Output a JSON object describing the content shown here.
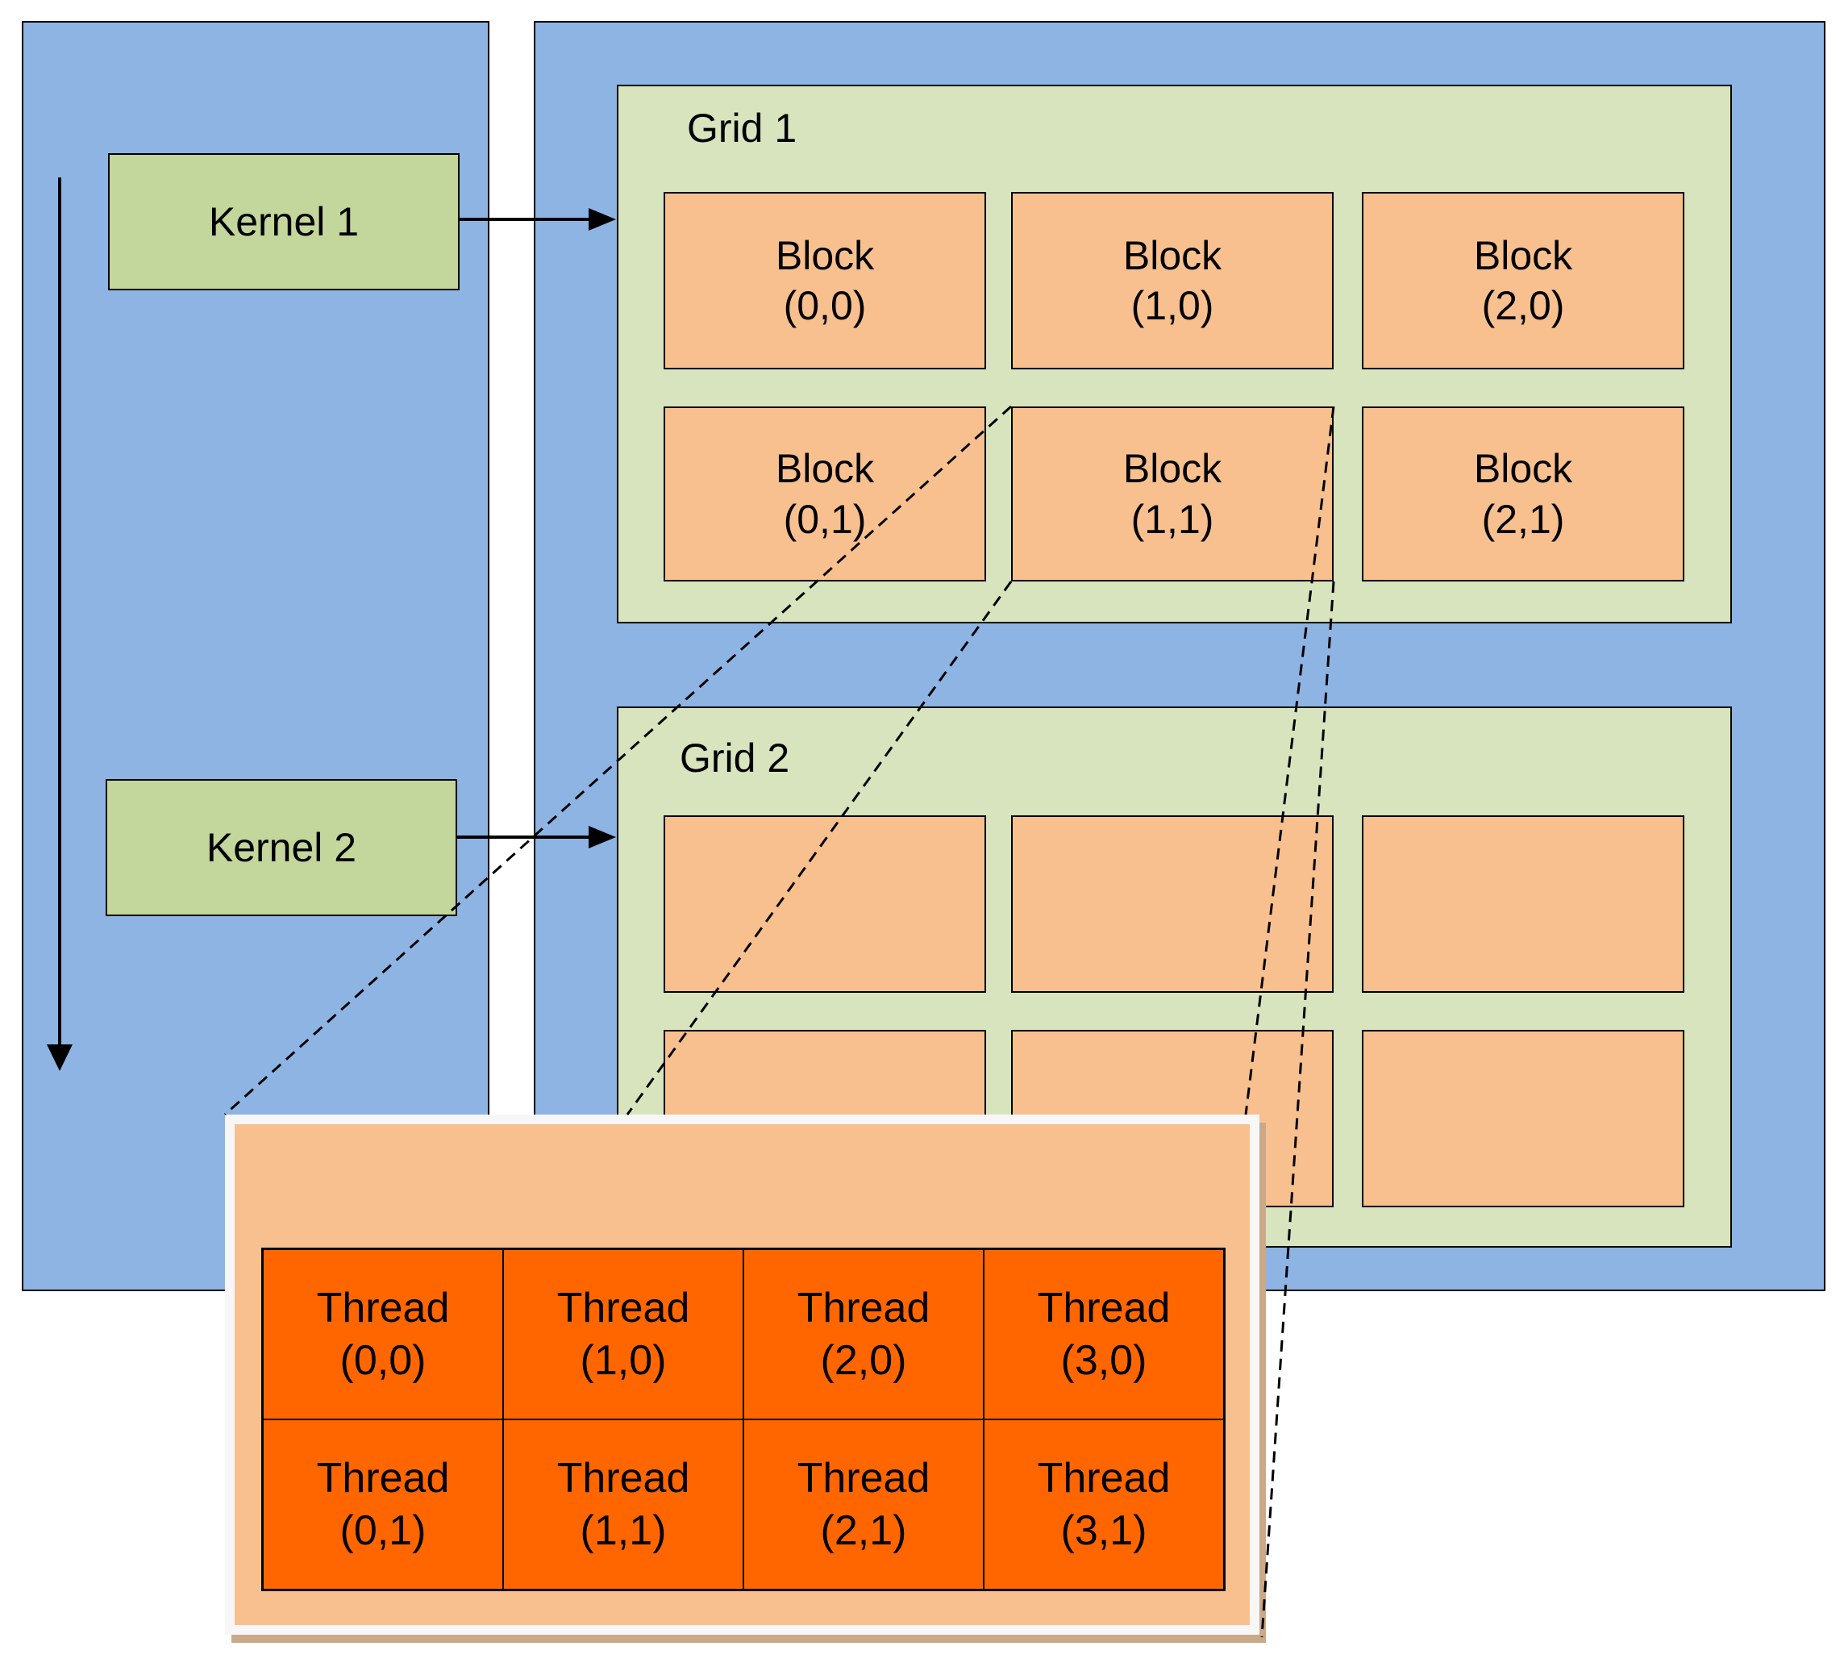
{
  "kernels": [
    {
      "label": "Kernel 1"
    },
    {
      "label": "Kernel 2"
    }
  ],
  "grids": [
    {
      "title": "Grid 1",
      "blocks": [
        {
          "label": "Block",
          "index": "(0,0)"
        },
        {
          "label": "Block",
          "index": "(1,0)"
        },
        {
          "label": "Block",
          "index": "(2,0)"
        },
        {
          "label": "Block",
          "index": "(0,1)"
        },
        {
          "label": "Block",
          "index": "(1,1)"
        },
        {
          "label": "Block",
          "index": "(2,1)"
        }
      ]
    },
    {
      "title": "Grid 2",
      "blocks": []
    }
  ],
  "threads": [
    {
      "label": "Thread",
      "index": "(0,0)"
    },
    {
      "label": "Thread",
      "index": "(1,0)"
    },
    {
      "label": "Thread",
      "index": "(2,0)"
    },
    {
      "label": "Thread",
      "index": "(3,0)"
    },
    {
      "label": "Thread",
      "index": "(0,1)"
    },
    {
      "label": "Thread",
      "index": "(1,1)"
    },
    {
      "label": "Thread",
      "index": "(2,1)"
    },
    {
      "label": "Thread",
      "index": "(3,1)"
    }
  ],
  "colors": {
    "panel": "#8eb4e3",
    "kernel": "#c3d69b",
    "grid": "#d7e4bd",
    "block": "#f8c08f",
    "thread": "#ff6600"
  }
}
